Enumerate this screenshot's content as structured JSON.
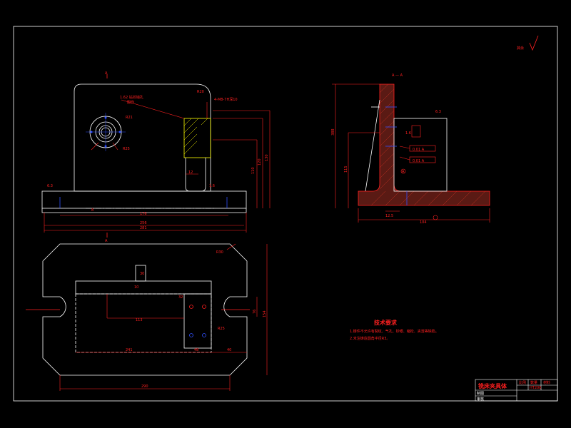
{
  "drawing": {
    "colors": {
      "background": "#000000",
      "outline": "#ffffff",
      "dimension": "#ff2020",
      "hatch": "#b03020",
      "hidden": "#ffff00",
      "center": "#3050ff"
    },
    "section_label": "A — A",
    "top_arrow_label": "A",
    "bottom_arrow_label": "A",
    "surface_finish": "其余",
    "front_view": {
      "dims": {
        "d_r20": "R20",
        "d_thread": "4-M8-7H深10",
        "d_note1": "1.62 钻铰销孔",
        "d_note2": "配作",
        "d_r21": "R21",
        "d_r25": "R25",
        "d_r12": "12",
        "d_110": "110",
        "d_120": "120",
        "d_130": "130",
        "d_176": "176",
        "d_256": "256",
        "d_281": "281",
        "d_8": "8",
        "d_6_3": "6.3",
        "d_1_6": "1.6"
      }
    },
    "side_view": {
      "dims": {
        "d_388": "388",
        "d_115": "115",
        "d_12_5": "12.5",
        "d_104": "104",
        "d_6_3b": "6.3",
        "d_0_01a": "0.01 A",
        "d_0_01b": "0.01 A",
        "d_1_6b": "1.6",
        "d_ra": "A"
      }
    },
    "top_view": {
      "dims": {
        "d_r30": "R30",
        "d_30": "30",
        "d_113": "113",
        "d_241": "241",
        "d_48": "48",
        "d_40": "40",
        "d_76": "76",
        "d_154": "154",
        "d_r25c": "R25",
        "d_290": "290",
        "d_10": "10",
        "d_32": "32"
      }
    },
    "tech": {
      "heading": "技术要求",
      "line1": "1.铸件不允许有裂纹、气孔、砂眼、缩松、夹渣等缺陷。",
      "line2": "2.未注铸造圆角半径R3。"
    },
    "title_block": {
      "name": "铣床夹具体",
      "c1": "比例",
      "c2": "数量",
      "c3": "材料",
      "c4": "HT200",
      "r2": "制图",
      "r3": "审核"
    }
  }
}
